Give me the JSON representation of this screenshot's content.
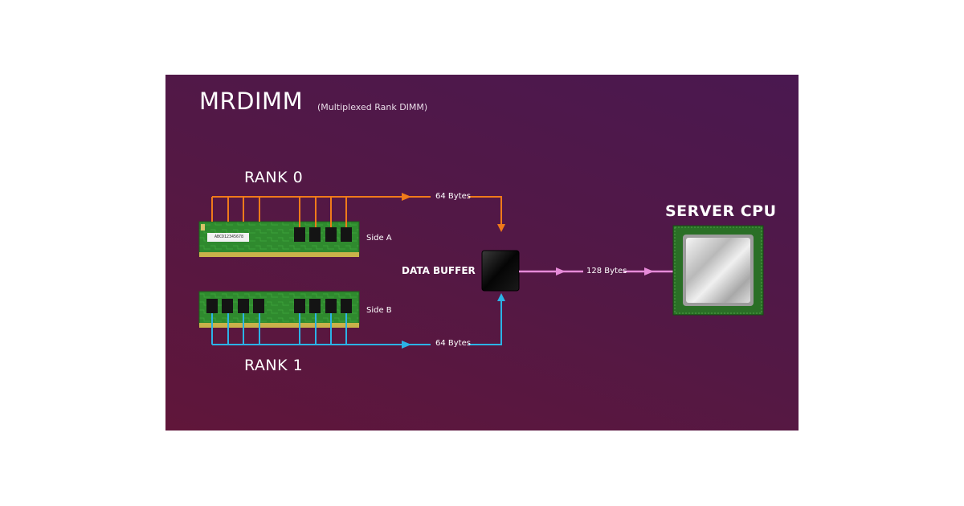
{
  "title": "MRDIMM",
  "subtitle": "(Multiplexed Rank DIMM)",
  "rank0": {
    "label": "RANK 0",
    "side_label": "Side A",
    "bytes": "64 Bytes",
    "sticker": "ABCD12345678"
  },
  "rank1": {
    "label": "RANK 1",
    "side_label": "Side B",
    "bytes": "64 Bytes"
  },
  "buffer": {
    "label": "DATA BUFFER"
  },
  "cpu": {
    "label": "SERVER CPU",
    "bytes": "128 Bytes"
  },
  "colors": {
    "rank0_line": "#f07a1a",
    "rank1_line": "#2bb3e6",
    "cpu_line": "#e68ad8",
    "pcb": "#2f8a2e",
    "panel": "#521846"
  }
}
